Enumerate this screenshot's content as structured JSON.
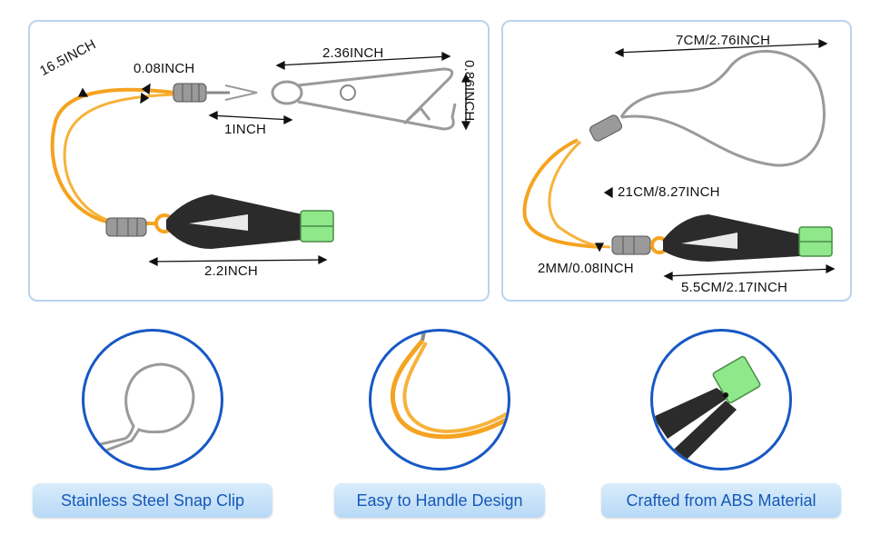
{
  "left_panel": {
    "dimensions": {
      "cord_length": "16.5INCH",
      "cord_diameter": "0.08INCH",
      "snap_length": "2.36INCH",
      "snap_height": "0.86INCH",
      "swivel_length": "1INCH",
      "clip_length": "2.2INCH"
    }
  },
  "right_panel": {
    "dimensions": {
      "ring_width": "7CM/2.76INCH",
      "cord_length": "21CM/8.27INCH",
      "cord_diameter": "2MM/0.08INCH",
      "clip_length": "5.5CM/2.17INCH"
    }
  },
  "features": [
    {
      "label": "Stainless Steel Snap Clip",
      "icon": "snap-ring-icon"
    },
    {
      "label": "Easy to Handle Design",
      "icon": "cord-icon"
    },
    {
      "label": "Crafted from ABS Material",
      "icon": "clip-jaw-icon"
    }
  ],
  "colors": {
    "cord": "#f5a320",
    "clip_body": "#2b2b2b",
    "clip_tip": "#8fe88a",
    "circle_border": "#1758c4",
    "pill_text": "#1558b8",
    "panel_border": "#b9d4ee"
  }
}
